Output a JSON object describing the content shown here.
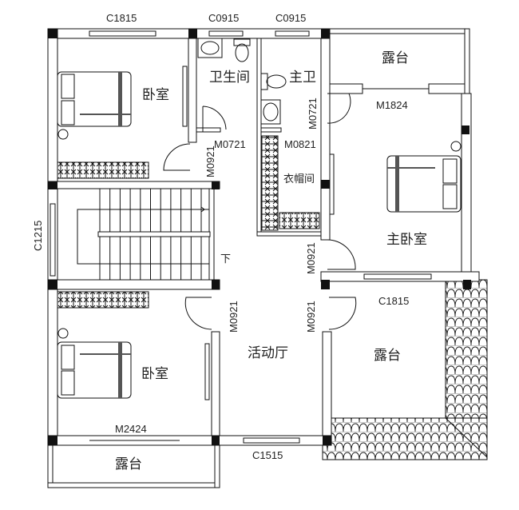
{
  "rooms": {
    "bedroom_top": "卧室",
    "bathroom": "卫生间",
    "master_bath": "主卫",
    "terrace_top": "露台",
    "cloakroom": "衣帽间",
    "master_bedroom": "主卧室",
    "activity_hall": "活动厅",
    "terrace_right": "露台",
    "bedroom_bottom": "卧室",
    "terrace_bottom": "露台",
    "stair_down": "下"
  },
  "windows": {
    "top_left": "C1815",
    "top_mid": "C0915",
    "top_right": "C0915",
    "left_stair": "C1215",
    "terrace_right": "C1815",
    "bottom_hall": "C1515"
  },
  "doors": {
    "bathroom": "M0721",
    "master_bath": "M0721",
    "cloakroom": "M0821",
    "terrace_top": "M1824",
    "bedroom_top": "M0921",
    "master_bedroom": "M0921",
    "bedroom_bottom": "M0921",
    "terrace_right": "M0921",
    "terrace_bottom": "M2424"
  }
}
